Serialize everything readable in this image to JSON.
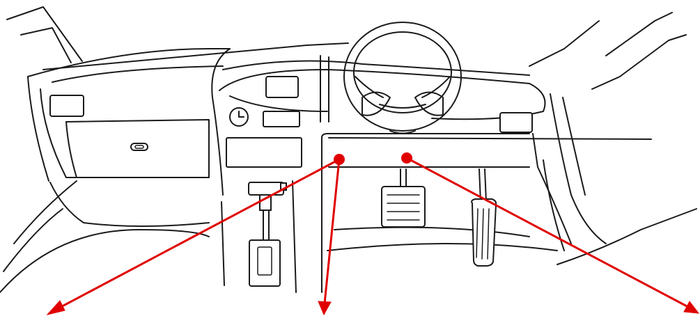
{
  "diagram": {
    "subject": "car-interior-dashboard-line-drawing",
    "colors": {
      "line": "#1a1a1a",
      "background": "#ffffff",
      "callout": "#e00000"
    },
    "callouts": [
      {
        "name": "callout-left-under-dash",
        "anchor": "under-dash-left",
        "target": "bottom-left"
      },
      {
        "name": "callout-center-down",
        "anchor": "under-dash-left",
        "target": "bottom-center"
      },
      {
        "name": "callout-right-under-steering",
        "anchor": "under-steering-column",
        "target": "bottom-right"
      }
    ]
  }
}
